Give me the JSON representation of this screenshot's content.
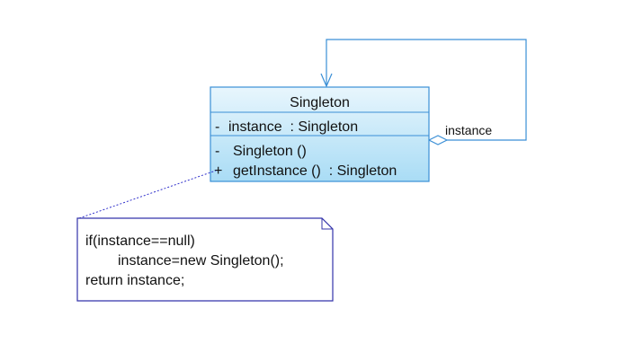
{
  "class": {
    "name": "Singleton",
    "attributes": [
      {
        "visibility": "-",
        "text": "instance  : Singleton"
      }
    ],
    "operations": [
      {
        "visibility": "-",
        "text": "Singleton ()"
      },
      {
        "visibility": "+",
        "text": "getInstance ()  : Singleton"
      }
    ]
  },
  "association": {
    "role_label": "instance",
    "type": "aggregation-self"
  },
  "note": {
    "lines": [
      "if(instance==null)",
      "instance=new Singleton();",
      "return instance;"
    ]
  },
  "colors": {
    "class_border": "#3a8fd6",
    "class_fill_top": "#e8f6fd",
    "class_fill_bottom": "#a9dcf5",
    "note_border": "#3333aa"
  }
}
